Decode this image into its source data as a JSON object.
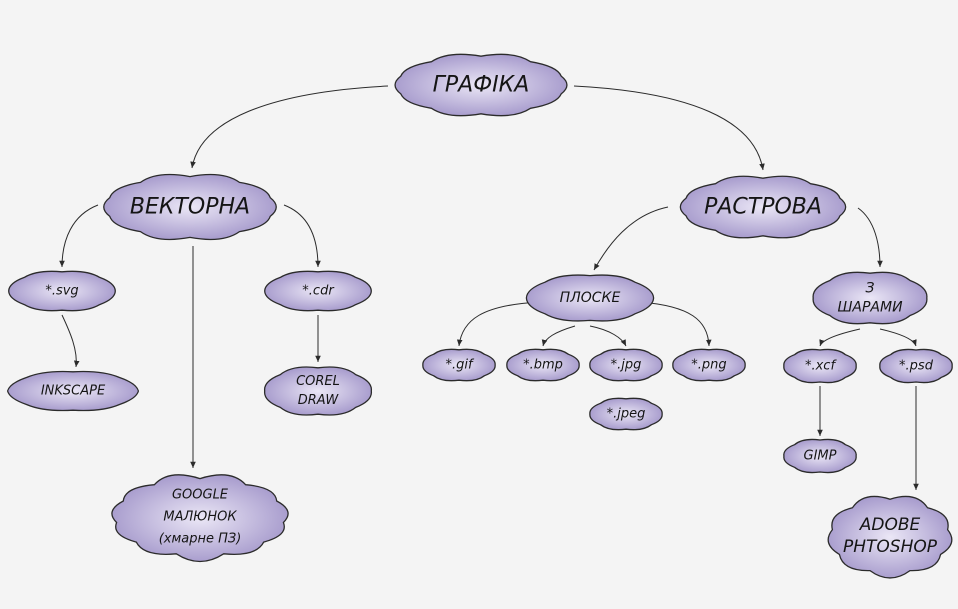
{
  "nodes": {
    "root": {
      "lines": [
        "ГРАФІКА"
      ]
    },
    "vector": {
      "lines": [
        "ВЕКТОРНА"
      ]
    },
    "raster": {
      "lines": [
        "РАСТРОВА"
      ]
    },
    "svg": {
      "lines": [
        "*.svg"
      ]
    },
    "cdr": {
      "lines": [
        "*.cdr"
      ]
    },
    "inkscape": {
      "lines": [
        "INKSCAPE"
      ]
    },
    "corel": {
      "lines": [
        "COREL",
        "DRAW"
      ]
    },
    "google": {
      "lines": [
        "GOOGLE",
        "МАЛЮНОК",
        "(хмарне ПЗ)"
      ]
    },
    "flat": {
      "lines": [
        "ПЛОСКЕ"
      ]
    },
    "layers": {
      "lines": [
        "З",
        "ШАРАМИ"
      ]
    },
    "gif": {
      "lines": [
        "*.gif"
      ]
    },
    "bmp": {
      "lines": [
        "*.bmp"
      ]
    },
    "jpg": {
      "lines": [
        "*.jpg"
      ]
    },
    "png": {
      "lines": [
        "*.png"
      ]
    },
    "jpeg": {
      "lines": [
        "*.jpeg"
      ]
    },
    "xcf": {
      "lines": [
        "*.xcf"
      ]
    },
    "psd": {
      "lines": [
        "*.psd"
      ]
    },
    "gimp": {
      "lines": [
        "GIMP"
      ]
    },
    "photoshop": {
      "lines": [
        "ADOBE",
        "PHTOSHOP"
      ]
    }
  },
  "colors": {
    "cloud_light": "#ebe7f6",
    "cloud_dark": "#9c8fc6",
    "stroke": "#2b2b2b",
    "background": "#f4f4f4"
  }
}
